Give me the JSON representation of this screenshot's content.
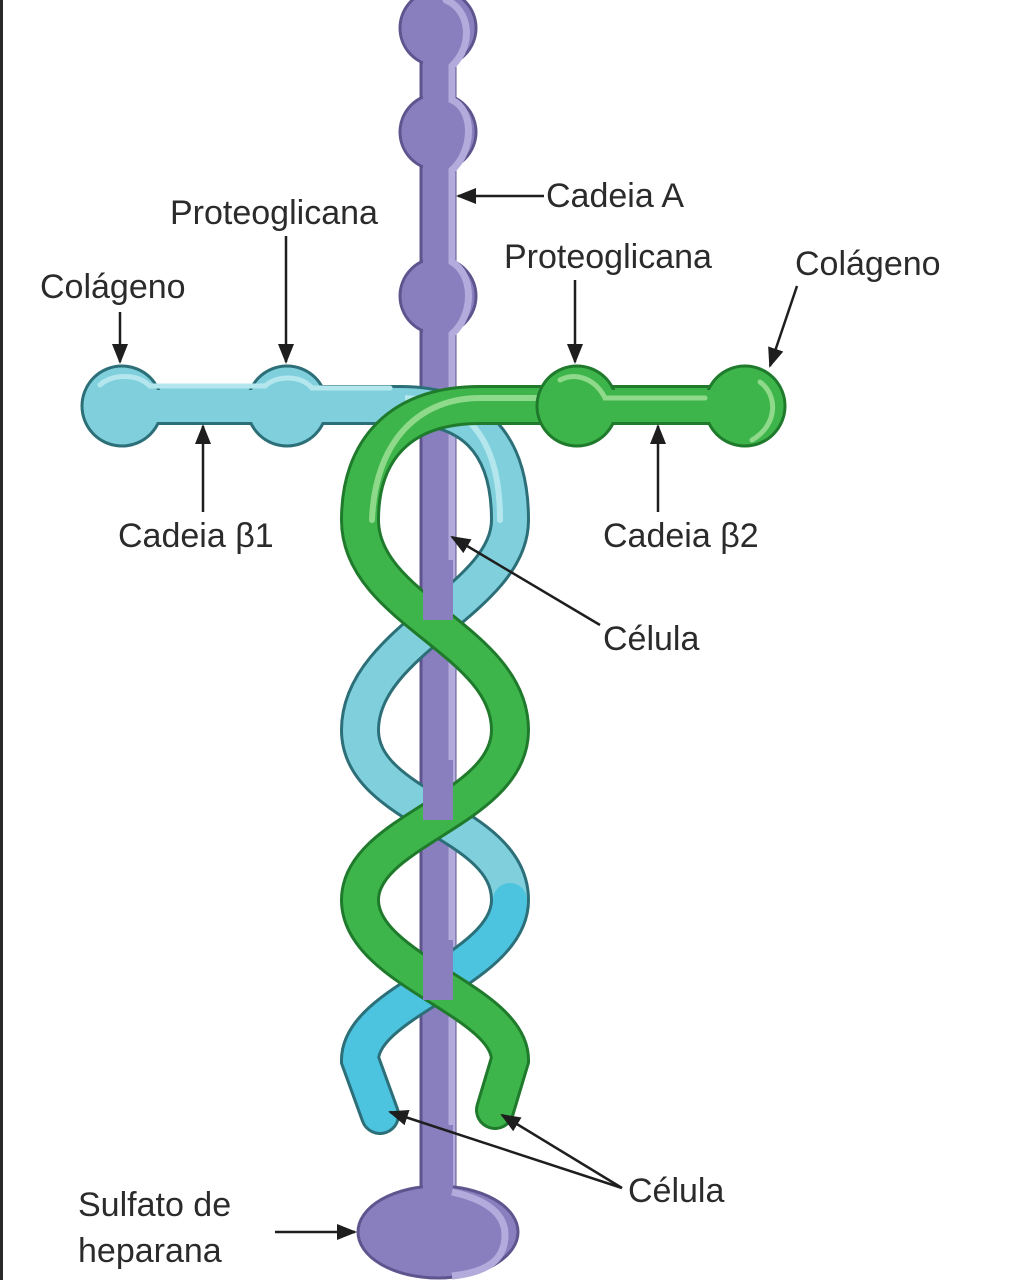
{
  "diagram": {
    "title": "Laminina",
    "colors": {
      "chain_a": "#8a7fbe",
      "chain_a_highlight": "#b3abdc",
      "chain_a_outline": "#5e558e",
      "chain_b1": "#7fd0dc",
      "chain_b1_highlight": "#b4e6ee",
      "chain_b1_outline": "#2c6f78",
      "chain_b1_lower": "#4cc3df",
      "chain_b2": "#3db54a",
      "chain_b2_highlight": "#8fd98a",
      "chain_b2_outline": "#1f7a2c",
      "label_text": "#2b2b2b",
      "arrow": "#1e1e1e"
    },
    "labels": {
      "cadeia_a": "Cadeia A",
      "proteoglicana_left": "Proteoglicana",
      "proteoglicana_right": "Proteoglicana",
      "colageno_left": "Colágeno",
      "colageno_right": "Colágeno",
      "cadeia_b1": "Cadeia β1",
      "cadeia_b2": "Cadeia β2",
      "celula_mid": "Célula",
      "celula_bottom": "Célula",
      "sulfato_line1": "Sulfato de",
      "sulfato_line2": "heparana"
    }
  }
}
